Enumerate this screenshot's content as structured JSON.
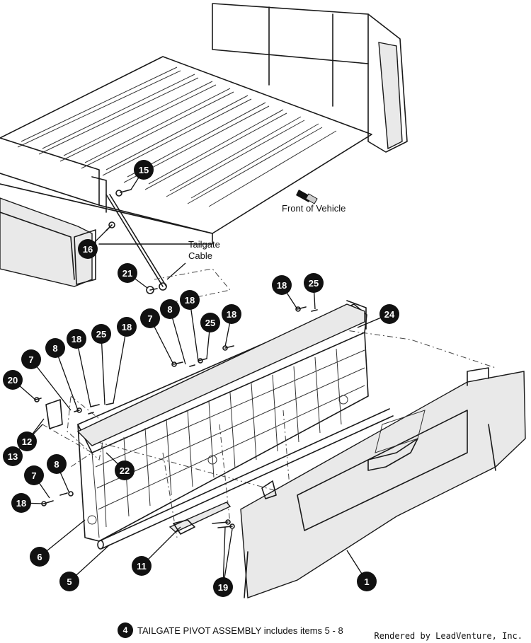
{
  "diagram": {
    "labels": {
      "front_of_vehicle": "Front of Vehicle",
      "tailgate_cable_line1": "Tailgate",
      "tailgate_cable_line2": "Cable"
    },
    "callouts": [
      "15",
      "16",
      "21",
      "18",
      "25",
      "24",
      "7",
      "8",
      "18",
      "25",
      "18",
      "18",
      "25",
      "8",
      "7",
      "18",
      "20",
      "12",
      "13",
      "22",
      "7",
      "8",
      "18",
      "6",
      "5",
      "11",
      "19",
      "1"
    ],
    "note": {
      "badge": "4",
      "text": "TAILGATE PIVOT ASSEMBLY includes items 5 - 8"
    },
    "credit": "Rendered by LeadVenture, Inc."
  }
}
